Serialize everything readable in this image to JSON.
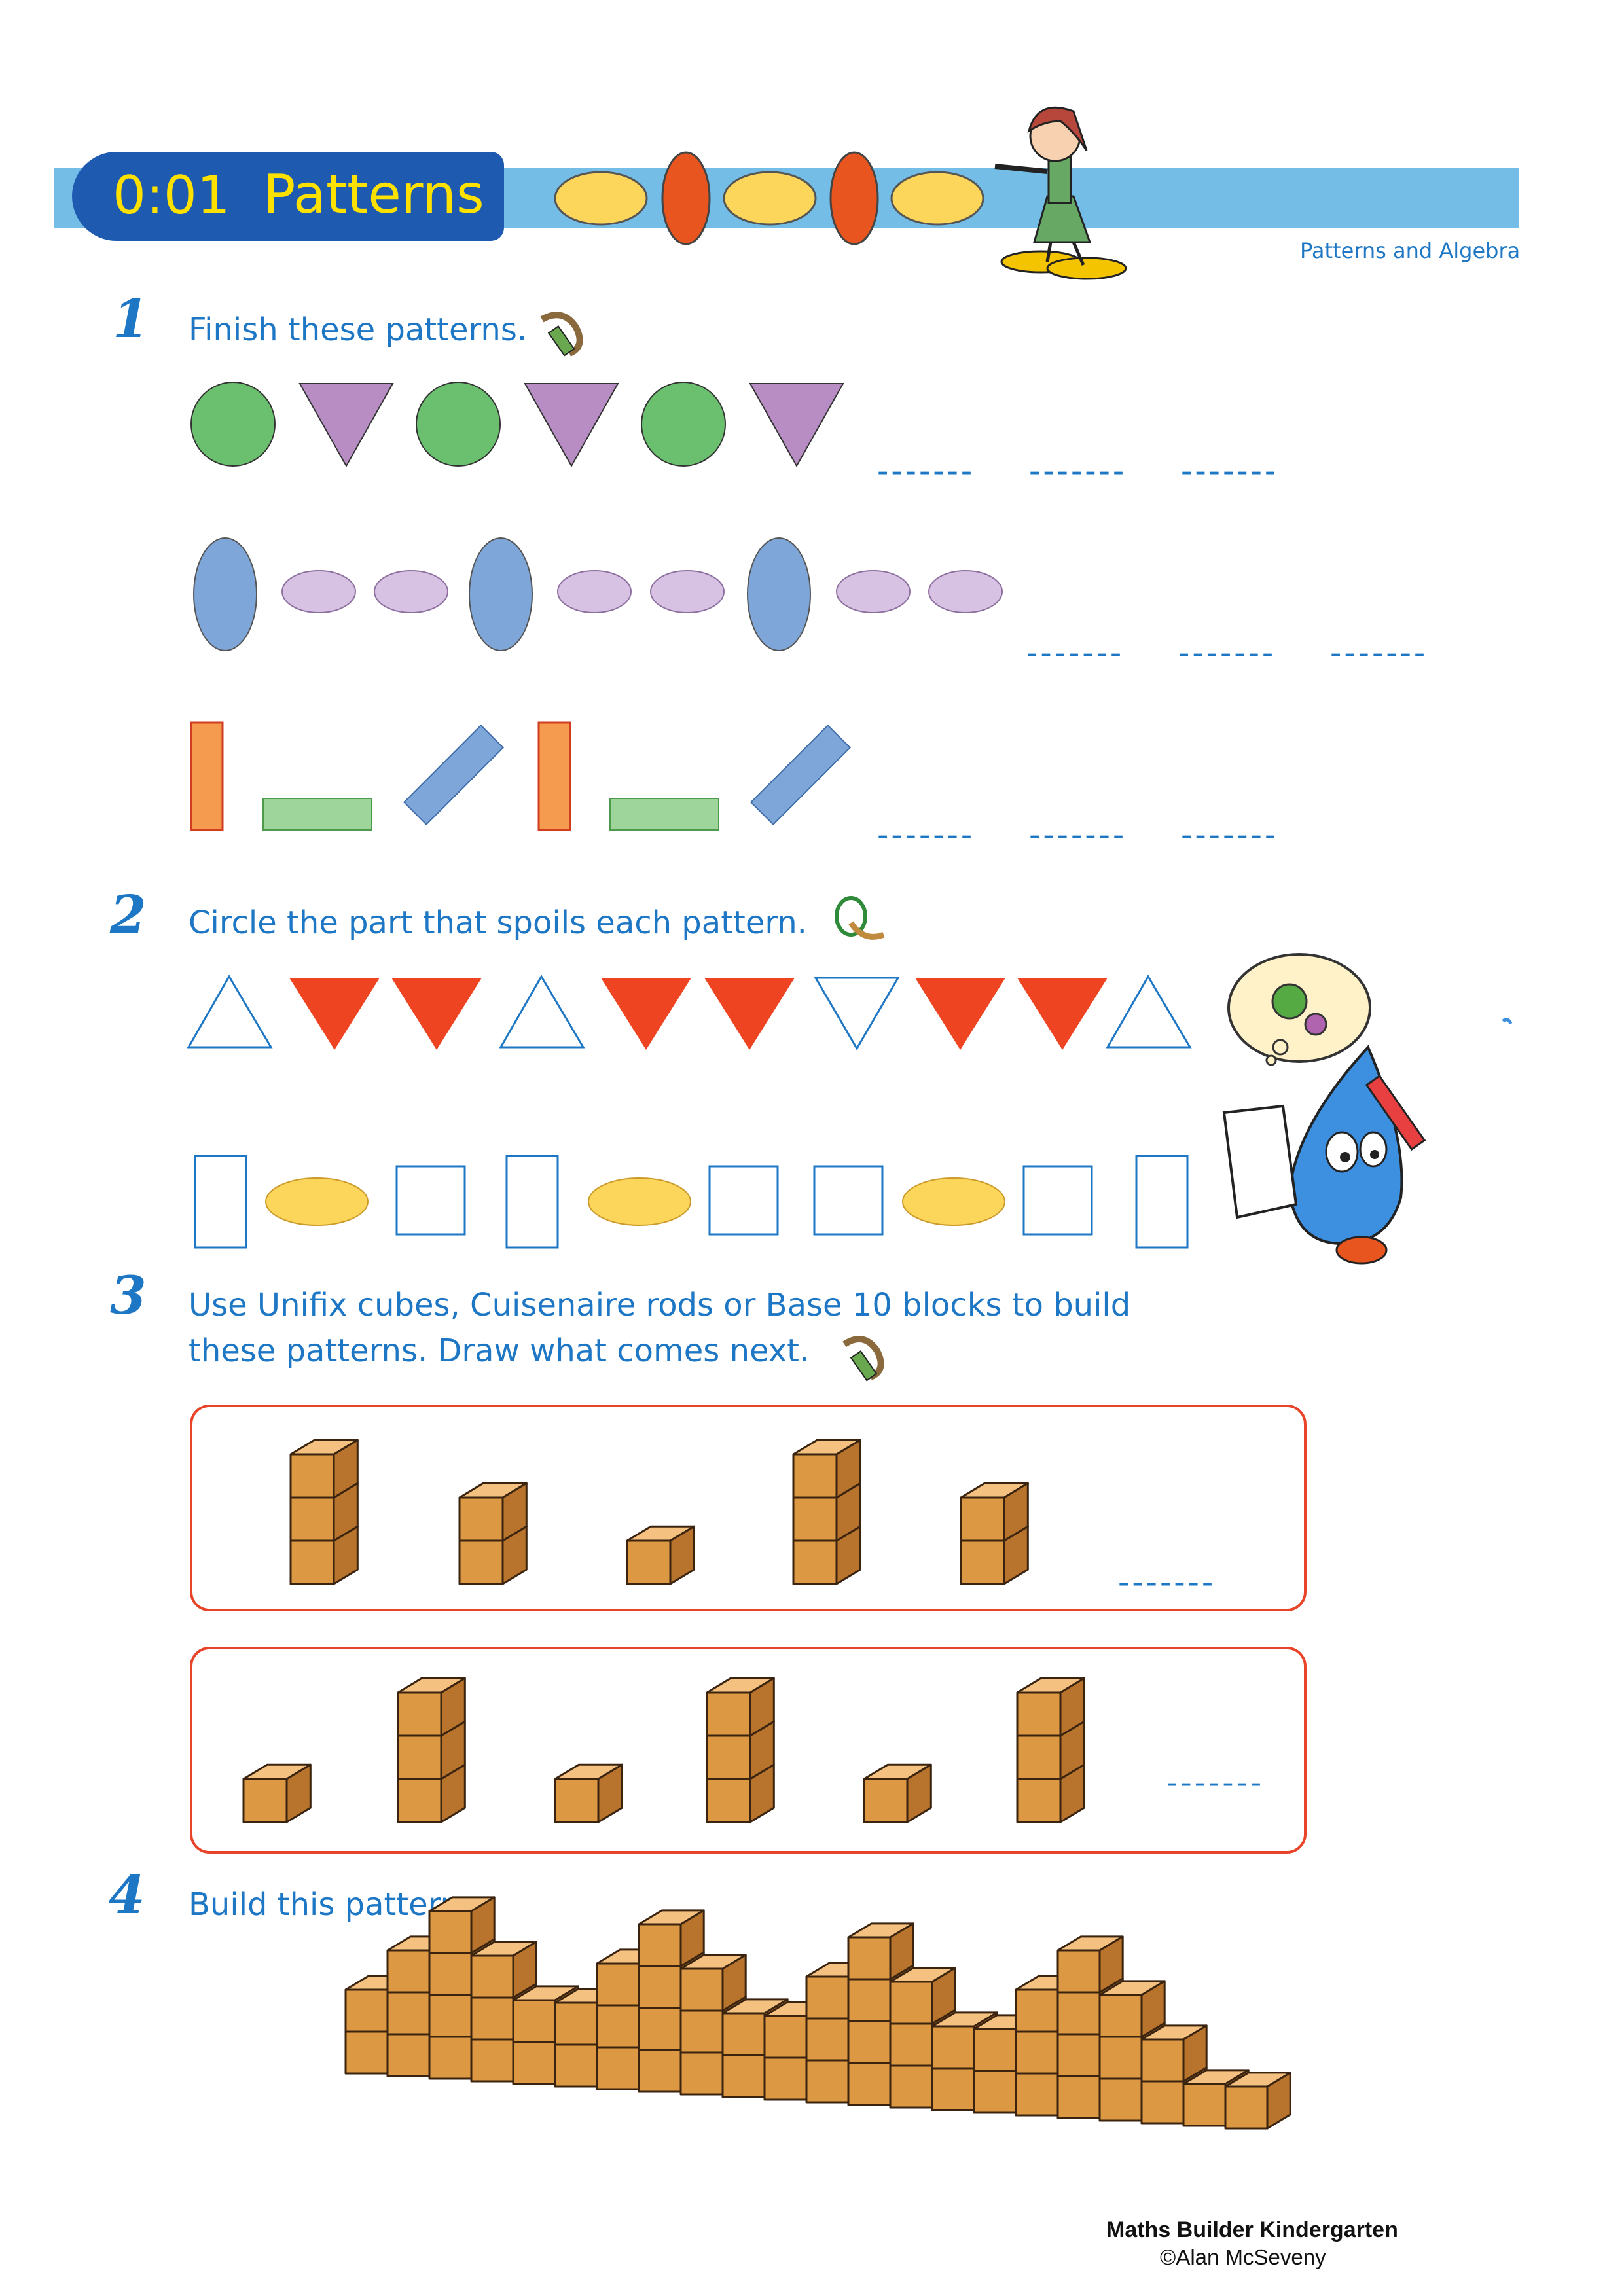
{
  "header": {
    "code": "0:01",
    "title": "Patterns",
    "strand": "Patterns and Algebra"
  },
  "questions": [
    {
      "number": "1",
      "text": "Finish these patterns."
    },
    {
      "number": "2",
      "text": "Circle the part that spoils each pattern."
    },
    {
      "number": "3",
      "text_line1": "Use Unifix cubes, Cuisenaire rods or Base 10 blocks to build",
      "text_line2": "these patterns. Draw what comes next."
    },
    {
      "number": "4",
      "text": "Build this pattern."
    }
  ],
  "blank_placeholder": "-------",
  "footer": {
    "title": "Maths Builder Kindergarten",
    "copyright": "©Alan McSeveny"
  },
  "colors": {
    "banner": "#74bde7",
    "badge": "#1e5bb0",
    "accent_yellow": "#ffe100",
    "text_blue": "#1d77c4",
    "green": "#6ac06f",
    "purple": "#b78dc4",
    "blue_oval": "#7fa6d9",
    "lilac": "#d8c2e3",
    "orange": "#f59b4f",
    "red": "#ee4422",
    "cube": "#dd9844",
    "box_border": "#e8442a"
  }
}
